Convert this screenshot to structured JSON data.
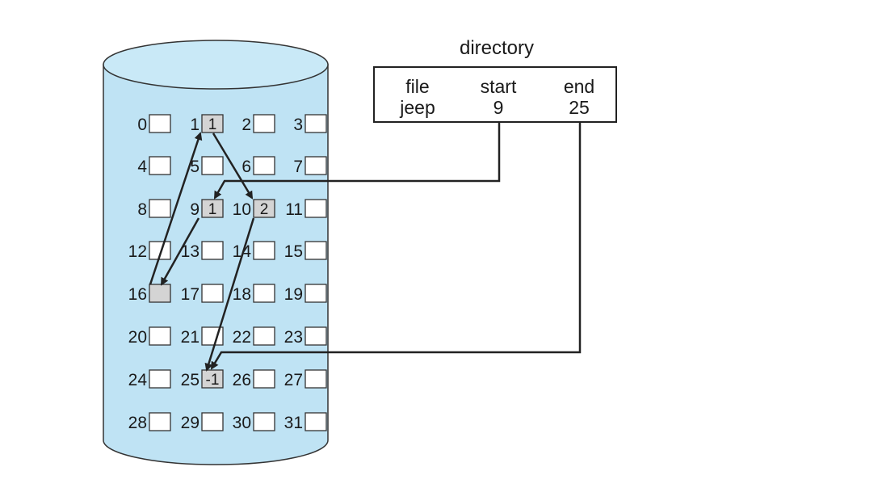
{
  "directory": {
    "title": "directory",
    "headers": [
      "file",
      "start",
      "end"
    ],
    "row": [
      "jeep",
      "9",
      "25"
    ]
  },
  "disk": {
    "block_labels": [
      "0",
      "1",
      "2",
      "3",
      "4",
      "5",
      "6",
      "7",
      "8",
      "9",
      "10",
      "11",
      "12",
      "13",
      "14",
      "15",
      "16",
      "17",
      "18",
      "19",
      "20",
      "21",
      "22",
      "23",
      "24",
      "25",
      "26",
      "27",
      "28",
      "29",
      "30",
      "31"
    ],
    "used_blocks": [
      {
        "block": 1,
        "pointer": "1"
      },
      {
        "block": 9,
        "pointer": "1"
      },
      {
        "block": 10,
        "pointer": "2"
      },
      {
        "block": 16,
        "pointer": ""
      },
      {
        "block": 25,
        "pointer": "-1"
      }
    ],
    "colors": {
      "cylinder": "#bfe3f4",
      "used_block": "#d4d4d4",
      "line": "#222222"
    }
  }
}
